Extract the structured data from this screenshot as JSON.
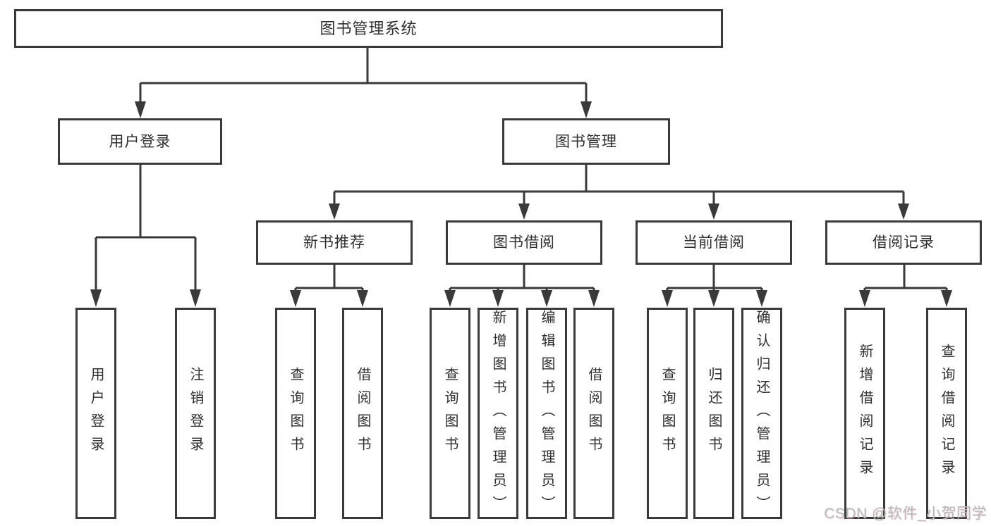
{
  "tree": {
    "root": {
      "label": "图书管理系统"
    },
    "branches": [
      {
        "label": "用户登录",
        "leaves": [
          {
            "label": "用户登录"
          },
          {
            "label": "注销登录"
          }
        ]
      },
      {
        "label": "图书管理",
        "groups": [
          {
            "label": "新书推荐",
            "leaves": [
              {
                "label": "查询图书"
              },
              {
                "label": "借阅图书"
              }
            ]
          },
          {
            "label": "图书借阅",
            "leaves": [
              {
                "label": "查询图书"
              },
              {
                "label": "新增图书（管理员）"
              },
              {
                "label": "编辑图书（管理员）"
              },
              {
                "label": "借阅图书"
              }
            ]
          },
          {
            "label": "当前借阅",
            "leaves": [
              {
                "label": "查询图书"
              },
              {
                "label": "归还图书"
              },
              {
                "label": "确认归还（管理员）"
              }
            ]
          },
          {
            "label": "借阅记录",
            "leaves": [
              {
                "label": "新增借阅记录"
              },
              {
                "label": "查询借阅记录"
              }
            ]
          }
        ]
      }
    ]
  },
  "watermark": {
    "text": "CSDN @软件_小贺同学"
  },
  "colors": {
    "line": "#3a3a3a",
    "text": "#2f2f2f",
    "box_bg": "#ffffff",
    "page_bg": "#ffffff",
    "watermark": "#b6babd"
  }
}
